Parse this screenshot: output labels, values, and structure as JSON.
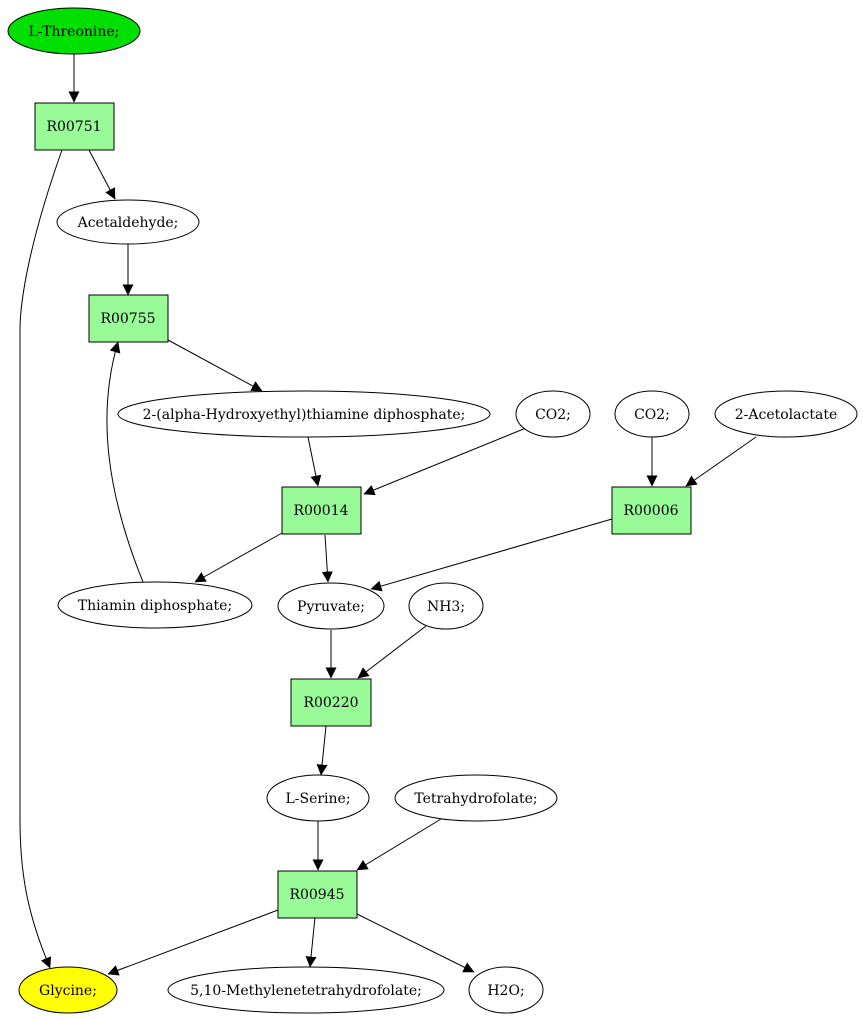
{
  "colors": {
    "start_node": "#00e000",
    "end_node": "#ffff00",
    "reaction_node": "#98fb98",
    "compound_node": "#ffffff",
    "stroke": "#000000"
  },
  "nodes": {
    "l_threonine": "L-Threonine;",
    "r00751": "R00751",
    "acetaldehyde": "Acetaldehyde;",
    "r00755": "R00755",
    "hydroxyethyl_tpp": "2-(alpha-Hydroxyethyl)thiamine diphosphate;",
    "co2_a": "CO2;",
    "co2_b": "CO2;",
    "acetolactate": "2-Acetolactate",
    "r00014": "R00014",
    "r00006": "R00006",
    "thiamin_diphosphate": "Thiamin diphosphate;",
    "pyruvate": "Pyruvate;",
    "nh3": "NH3;",
    "r00220": "R00220",
    "l_serine": "L-Serine;",
    "tetrahydrofolate": "Tetrahydrofolate;",
    "r00945": "R00945",
    "glycine": "Glycine;",
    "methylenethf": "5,10-Methylenetetrahydrofolate;",
    "h2o": "H2O;"
  }
}
